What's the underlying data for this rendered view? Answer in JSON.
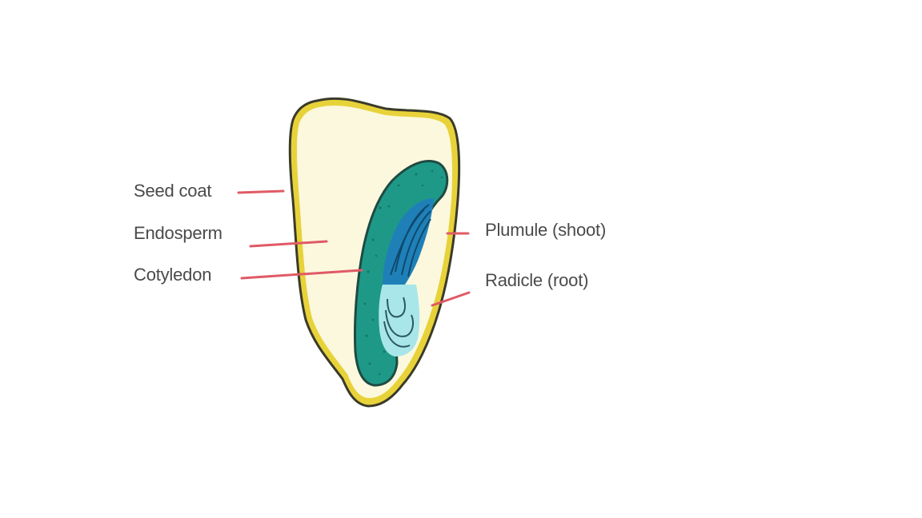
{
  "labels": {
    "seed_coat": "Seed coat",
    "endosperm": "Endosperm",
    "cotyledon": "Cotyledon",
    "plumule": "Plumule (shoot)",
    "radicle": "Radicle (root)"
  },
  "colors": {
    "seed_coat": "#e8d23a",
    "endosperm": "#fbf8dd",
    "cotyledon": "#1e9988",
    "plumule": "#1f80b8",
    "radicle": "#a9e6ea",
    "outline": "#3a3a2a",
    "pointer_line": "#e05a66",
    "label_text": "#4a4a4a"
  }
}
